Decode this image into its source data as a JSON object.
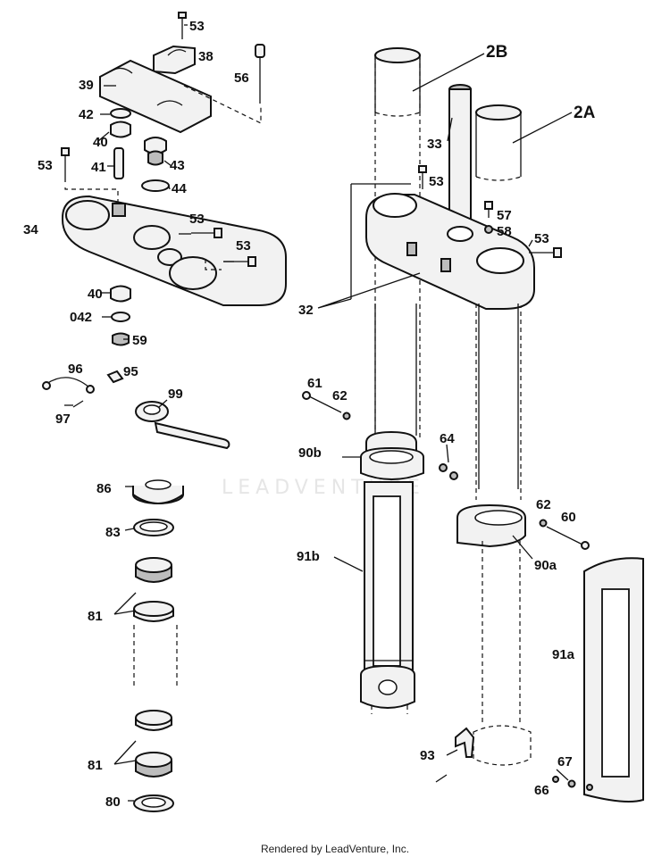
{
  "diagram": {
    "labels": {
      "l53a": "53",
      "l38": "38",
      "l39": "39",
      "l56": "56",
      "l42": "42",
      "l40a": "40",
      "l41": "41",
      "l43": "43",
      "l44": "44",
      "l53b": "53",
      "l34": "34",
      "l53c": "53",
      "l53d": "53",
      "l40b": "40",
      "l042": "042",
      "l59": "59",
      "l96": "96",
      "l95": "95",
      "l97": "97",
      "l99": "99",
      "l86": "86",
      "l83": "83",
      "l81a": "81",
      "l81b": "81",
      "l80": "80",
      "l2b": "2B",
      "l2a": "2A",
      "l33": "33",
      "l53e": "53",
      "l57": "57",
      "l58": "58",
      "l53f": "53",
      "l32": "32",
      "l61": "61",
      "l62a": "62",
      "l64": "64",
      "l90b": "90b",
      "l62b": "62",
      "l60": "60",
      "l91b": "91b",
      "l90a": "90a",
      "l91a": "91a",
      "l93": "93",
      "l67": "67",
      "l66": "66"
    },
    "watermark": "LEADVENTURE",
    "footer": "Rendered by LeadVenture, Inc."
  }
}
